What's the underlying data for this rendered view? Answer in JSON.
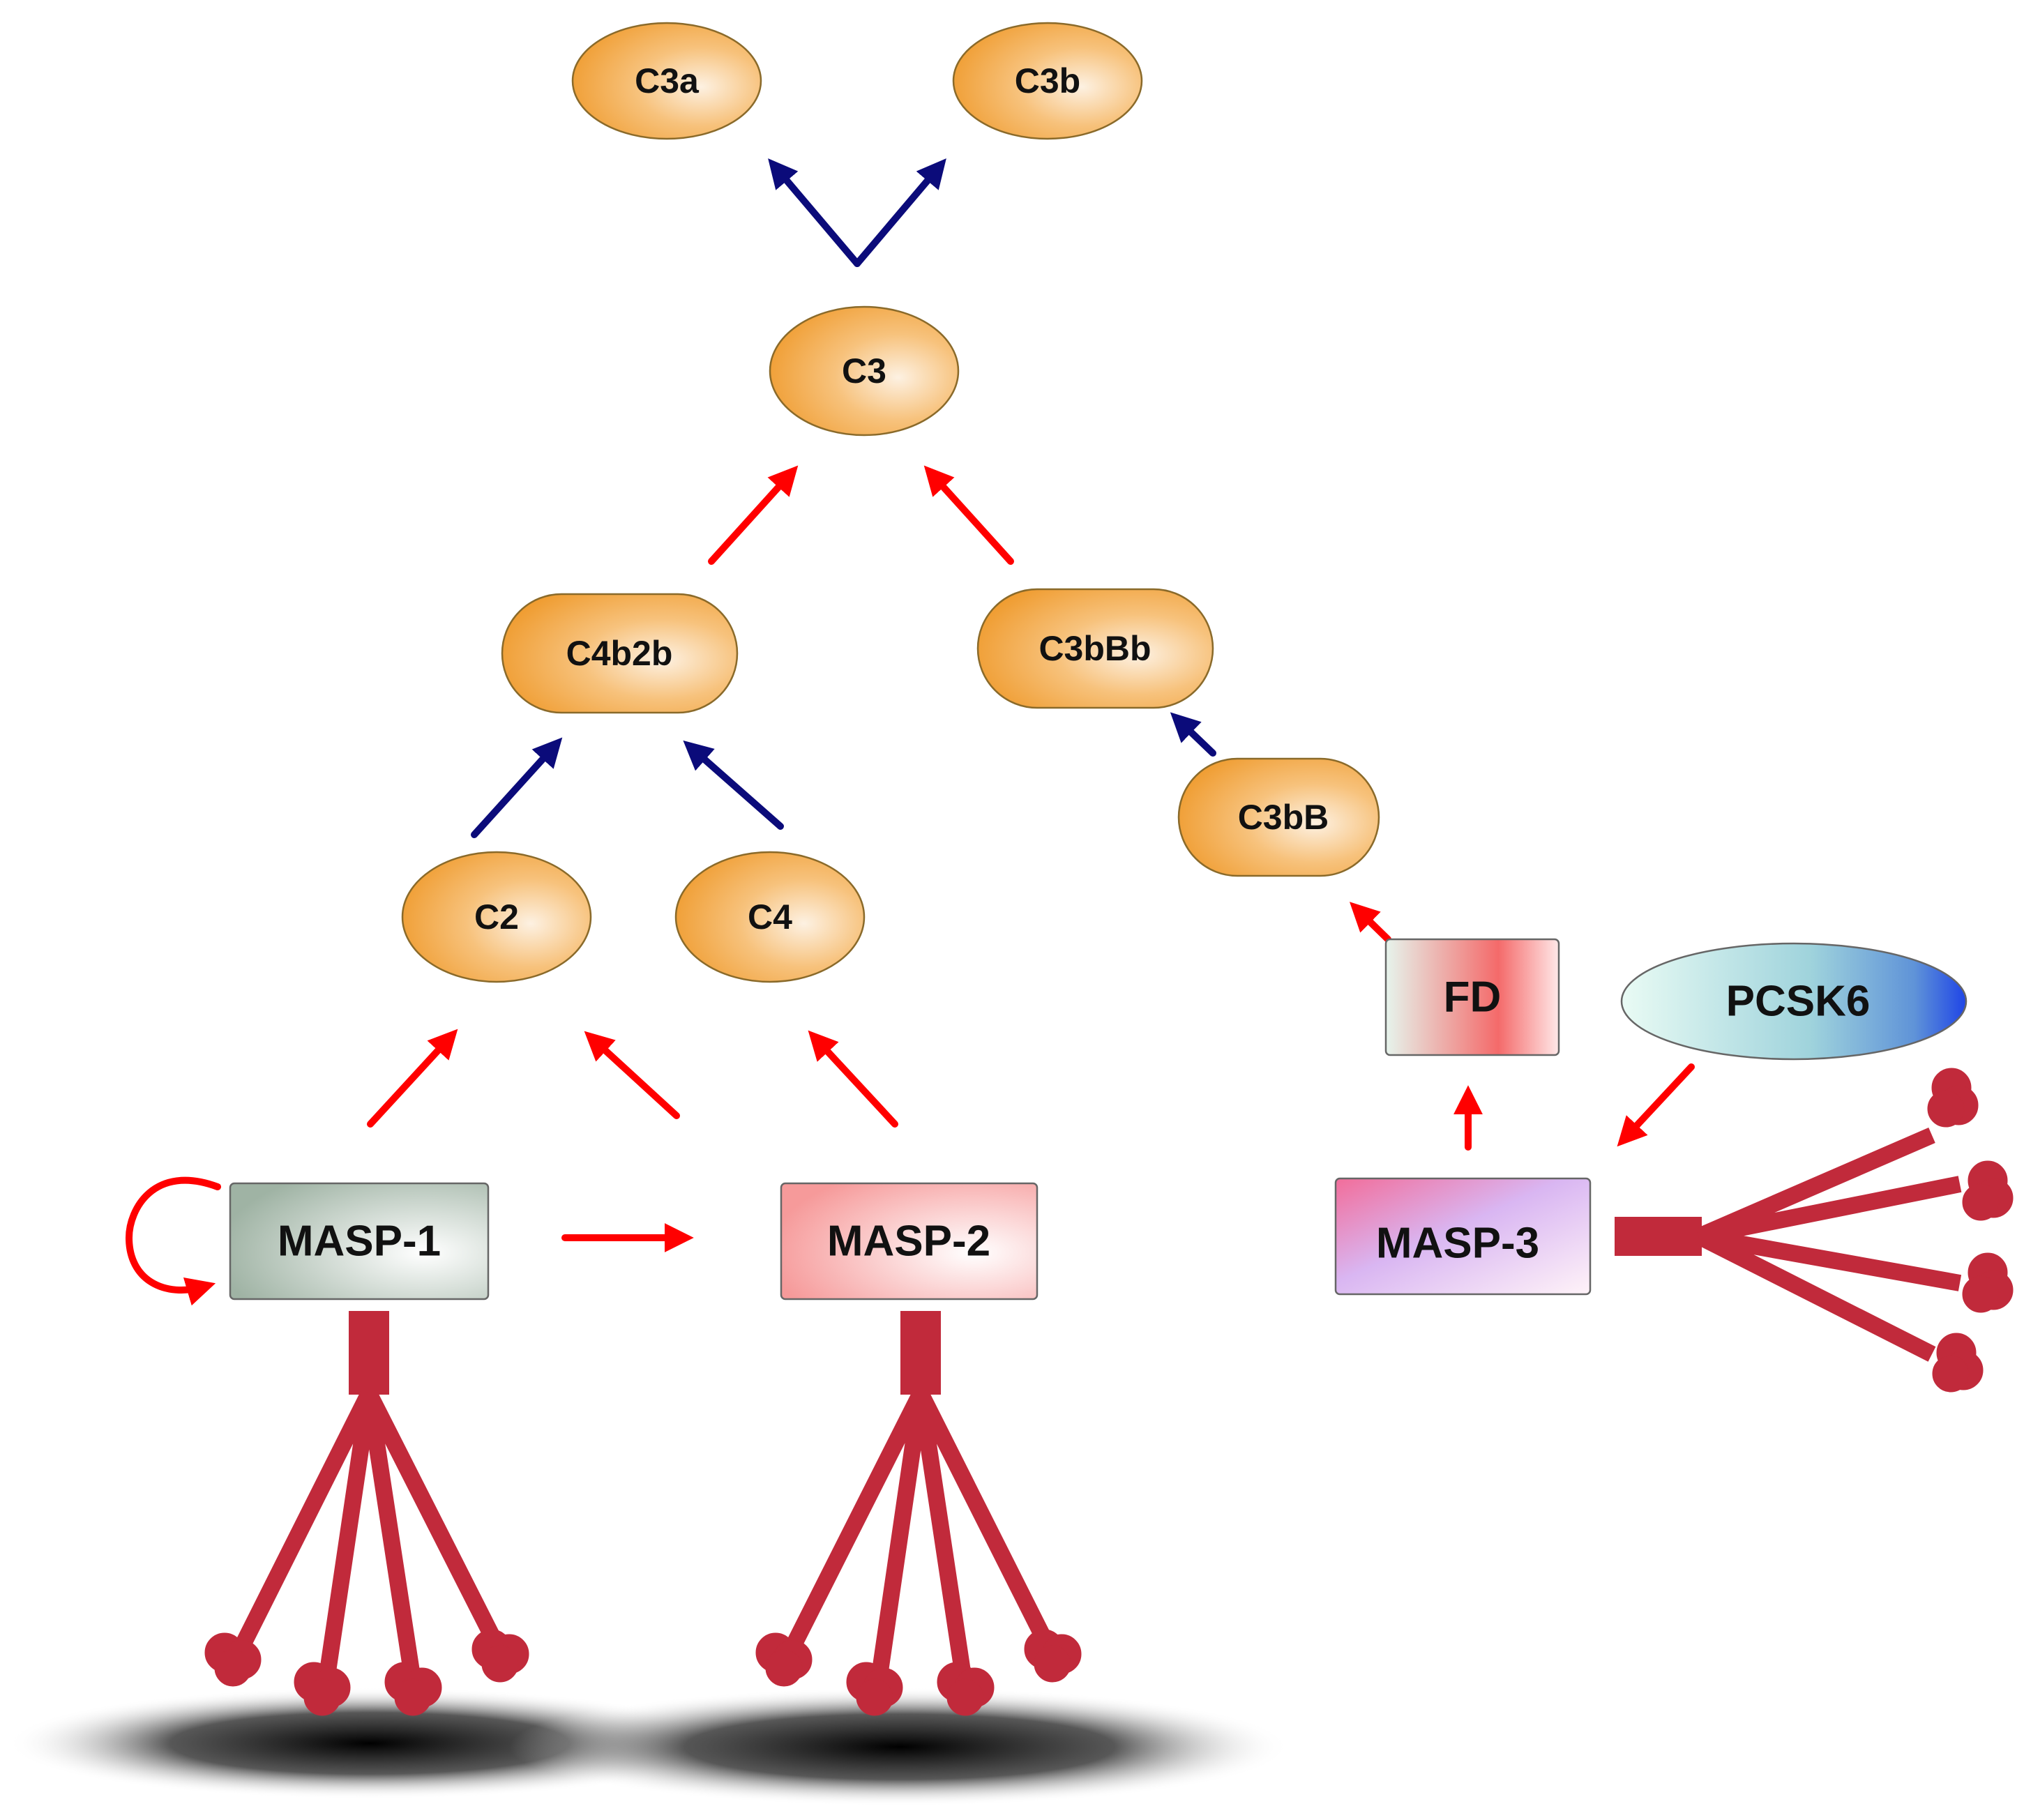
{
  "nodes": {
    "c3a": "C3a",
    "c3b": "C3b",
    "c3": "C3",
    "c4b2b": "C4b2b",
    "c3bbb": "C3bBb",
    "c3bB": "C3bB",
    "c2": "C2",
    "c4": "C4",
    "fd": "FD",
    "pcsk6": "PCSK6",
    "masp1": "MASP-1",
    "masp2": "MASP-2",
    "masp3": "MASP-3"
  },
  "colors": {
    "activation_arrow": "#ff0000",
    "conversion_arrow": "#0b0b7a",
    "collectin": "#c12a3b",
    "protein_node": "#f3a23c"
  }
}
